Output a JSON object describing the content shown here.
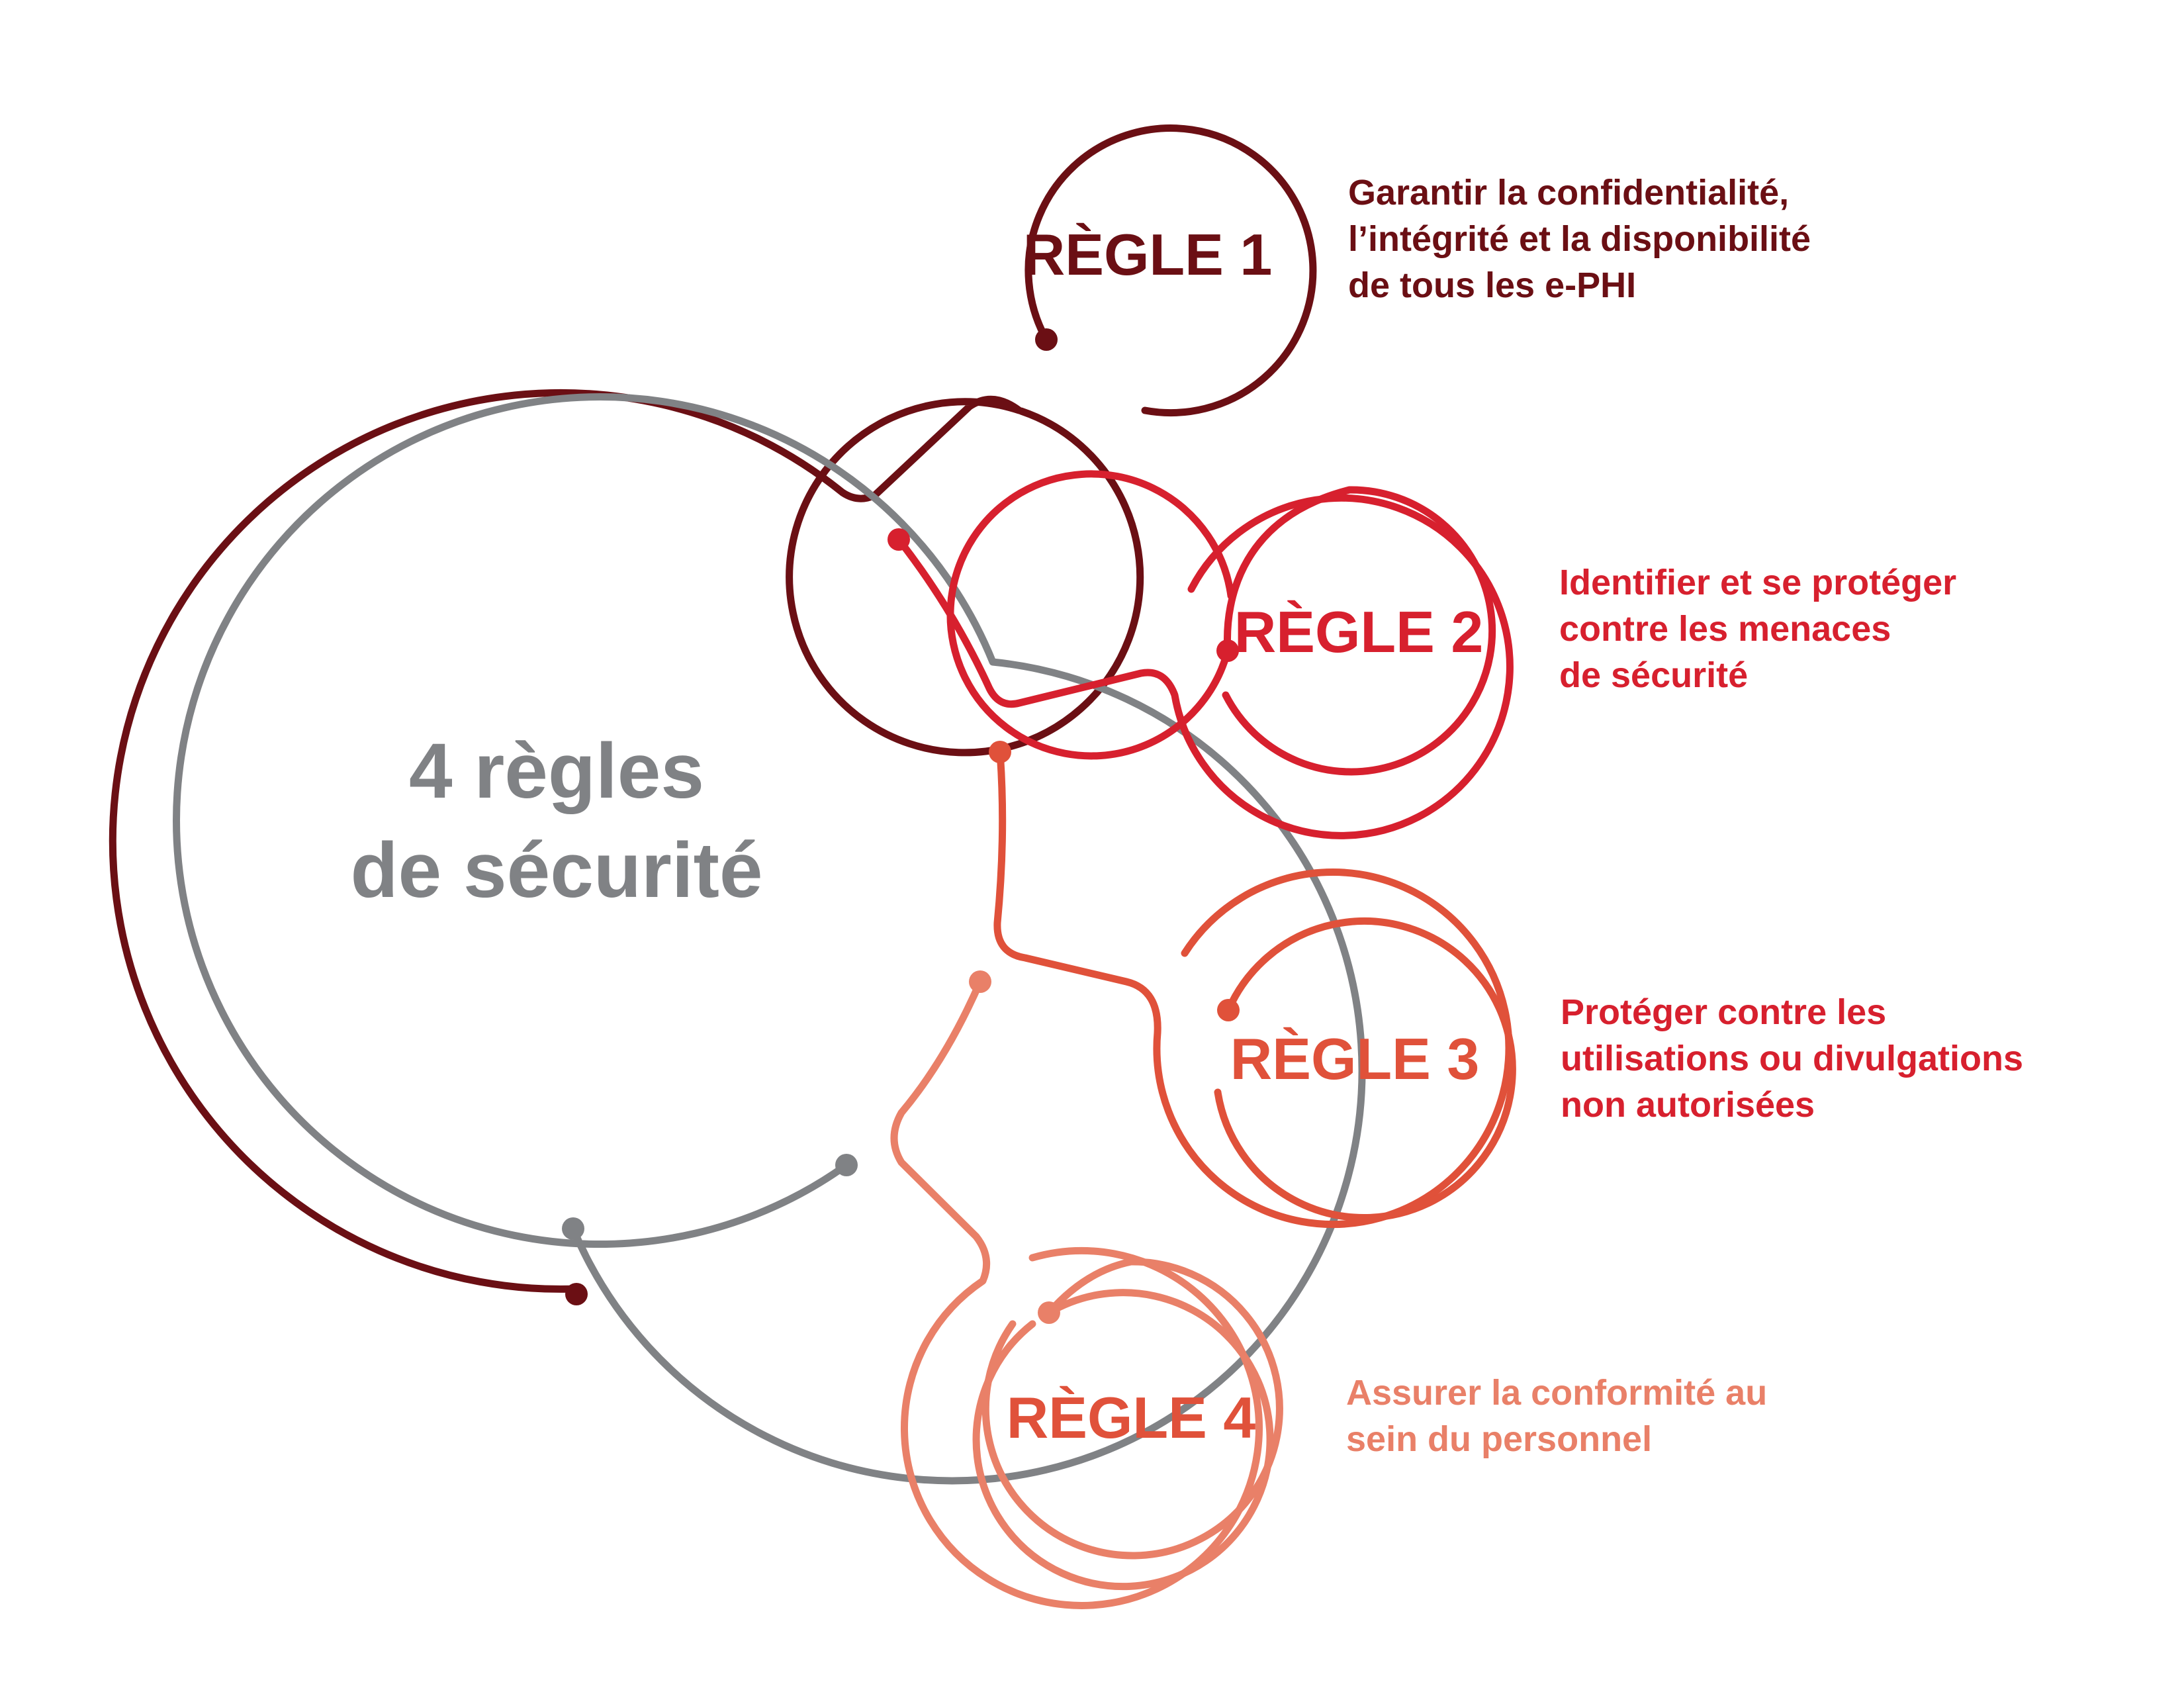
{
  "center": {
    "line1": "4 règles",
    "line2": "de sécurité"
  },
  "colors": {
    "gray": "#808285",
    "rule1": "#6b0f14",
    "rule2": "#d7202e",
    "rule3": "#e0513a",
    "rule4": "#e98068"
  },
  "rules": [
    {
      "label": "RÈGLE 1",
      "lines": [
        "Garantir la confidentialité,",
        "l’intégrité et la disponibilité",
        "de tous les e-PHI"
      ]
    },
    {
      "label": "RÈGLE 2",
      "lines": [
        "Identifier et se protéger",
        "contre les menaces",
        "de sécurité"
      ]
    },
    {
      "label": "RÈGLE 3",
      "lines": [
        "Protéger contre les",
        "utilisations ou divulgations",
        "non autorisées"
      ]
    },
    {
      "label": "RÈGLE 4",
      "lines": [
        "Assurer la conformité au",
        "sein du personnel"
      ]
    }
  ]
}
